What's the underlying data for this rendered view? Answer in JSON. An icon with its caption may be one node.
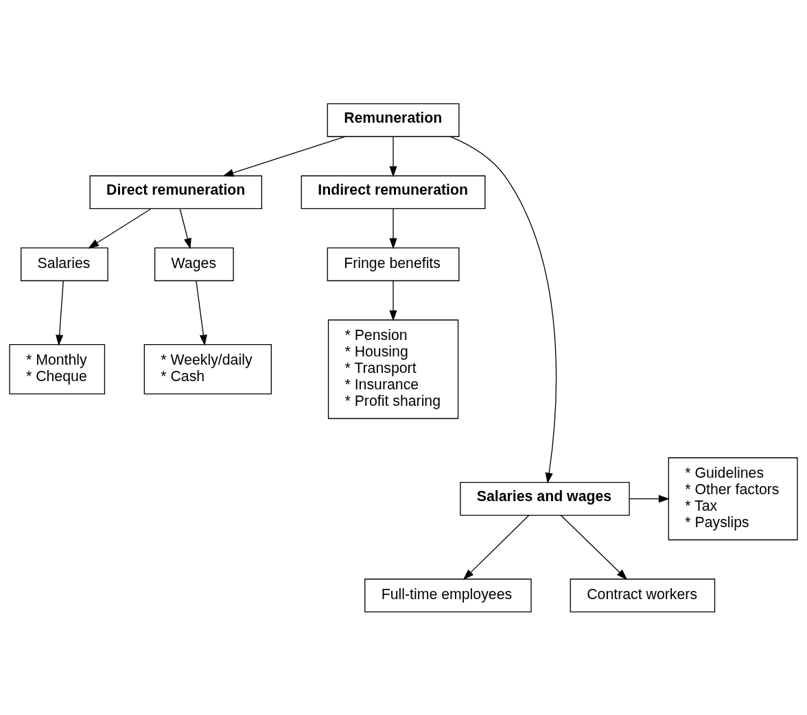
{
  "diagram": {
    "nodes": [
      {
        "text": [
          "Remuneration"
        ]
      },
      {
        "text": [
          "Direct remuneration"
        ]
      },
      {
        "text": [
          "Indirect remuneration"
        ]
      },
      {
        "text": [
          "Salaries"
        ]
      },
      {
        "text": [
          "Wages"
        ]
      },
      {
        "text": [
          "Fringe benefits"
        ]
      },
      {
        "text": [
          "* Monthly",
          "* Cheque"
        ]
      },
      {
        "text": [
          "* Weekly/daily",
          "* Cash"
        ]
      },
      {
        "text": [
          "* Pension",
          "* Housing",
          "* Transport",
          "* Insurance",
          "* Profit sharing"
        ]
      },
      {
        "text": [
          "* Guidelines",
          "* Other factors",
          "* Tax",
          "* Payslips"
        ]
      },
      {
        "text": [
          "Salaries and wages"
        ]
      },
      {
        "text": [
          "Full-time employees"
        ]
      },
      {
        "text": [
          "Contract workers"
        ]
      }
    ],
    "edges": [
      {
        "from": 0,
        "to": 1,
        "arrow": "to"
      },
      {
        "from": 0,
        "to": 2,
        "arrow": "to"
      },
      {
        "from": 1,
        "to": 3,
        "arrow": "to"
      },
      {
        "from": 1,
        "to": 4,
        "arrow": "to"
      },
      {
        "from": 2,
        "to": 5,
        "arrow": "to"
      },
      {
        "from": 3,
        "to": 6,
        "arrow": "to"
      },
      {
        "from": 4,
        "to": 7,
        "arrow": "to"
      },
      {
        "from": 5,
        "to": 8,
        "arrow": "to"
      },
      {
        "from": 0,
        "to": 10,
        "arrow": "to"
      },
      {
        "from": 10,
        "to": 9,
        "arrow": "to"
      },
      {
        "from": 10,
        "to": 11,
        "arrow": "to"
      },
      {
        "from": 10,
        "to": 12,
        "arrow": "to"
      }
    ]
  }
}
